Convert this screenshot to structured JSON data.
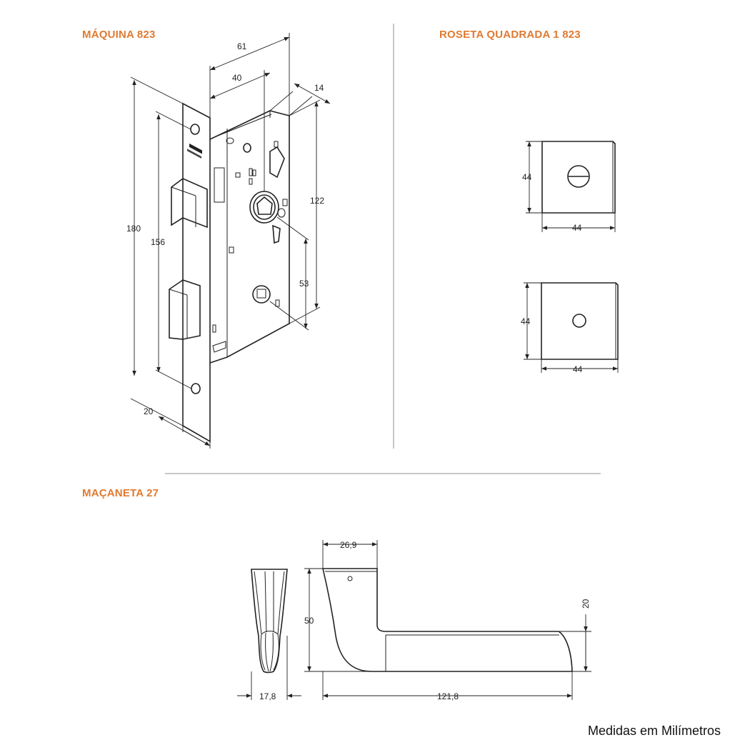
{
  "headings": {
    "machine": "MÁQUINA 823",
    "rosette": "ROSETA QUADRADA 1 823",
    "handle": "MAÇANETA 27"
  },
  "footer": "Medidas em Milímetros",
  "colors": {
    "accent": "#e07a30",
    "line": "#222222",
    "separator": "#c8c8c8"
  },
  "machine_dims": {
    "width_total": "61",
    "backset": "40",
    "depth": "14",
    "plate_height": "180",
    "screw_spacing": "156",
    "body_height": "122",
    "hub_distance": "53",
    "plate_width": "20"
  },
  "rosette_dims": {
    "top": {
      "height": "44",
      "width": "44"
    },
    "bottom": {
      "height": "44",
      "width": "44"
    }
  },
  "handle_dims": {
    "top_width": "26,9",
    "height": "50",
    "tip": "20",
    "side_width": "17,8",
    "length": "121,8"
  }
}
